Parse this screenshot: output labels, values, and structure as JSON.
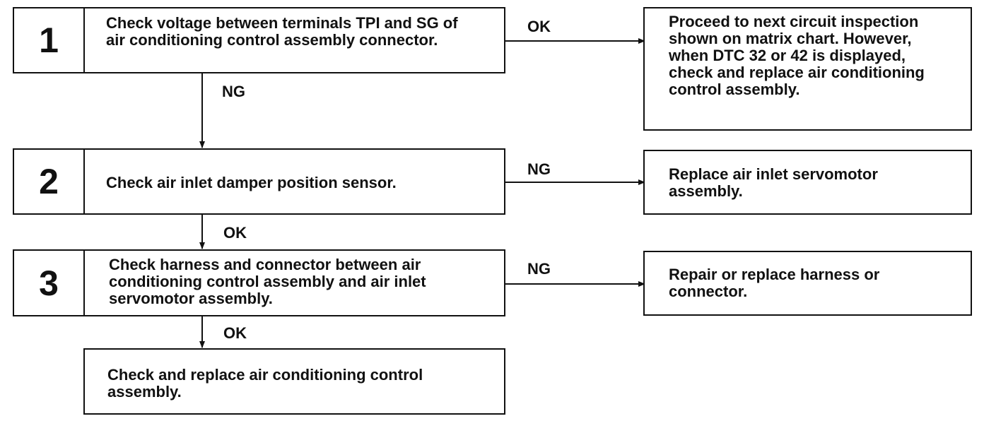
{
  "steps": [
    {
      "number": "1",
      "text": "Check voltage between terminals TPI and SG of air conditioning control assembly connector."
    },
    {
      "number": "2",
      "text": "Check air inlet damper position sensor."
    },
    {
      "number": "3",
      "text": "Check harness and connector between air conditioning control assembly and air inlet servomotor assembly."
    }
  ],
  "results": [
    {
      "text": "Proceed to next circuit inspection shown on matrix chart. However, when DTC 32 or 42 is displayed, check and replace air conditioning control assembly."
    },
    {
      "text": "Replace air inlet servomotor assembly."
    },
    {
      "text": "Repair or replace harness or connector."
    },
    {
      "text": "Check and replace air conditioning control assembly."
    }
  ],
  "labels": {
    "s1_right": "OK",
    "s1_down": "NG",
    "s2_right": "NG",
    "s2_down": "OK",
    "s3_right": "NG",
    "s3_down": "OK"
  }
}
